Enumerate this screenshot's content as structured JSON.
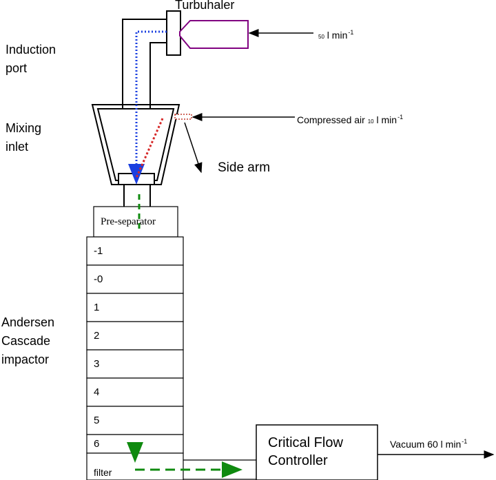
{
  "diagram": {
    "turbuhaler_label": "Turbuhaler",
    "induction_label": [
      "Induction",
      "port"
    ],
    "mixing_label": [
      "Mixing",
      "inlet"
    ],
    "andersen_label": [
      "Andersen",
      "Cascade",
      "impactor"
    ],
    "side_arm_label": "Side arm",
    "preseparator_label": "Pre-separator",
    "stages": [
      "-1",
      "-0",
      "1",
      "2",
      "3",
      "4",
      "5",
      "6",
      "filter"
    ],
    "flow_in": {
      "value": "50",
      "unit": "l min",
      "exp": "-1"
    },
    "compressed_air": {
      "text": "Compressed air",
      "value": "10",
      "unit": "l min",
      "exp": "-1"
    },
    "controller_label": [
      "Critical Flow",
      "Controller"
    ],
    "vacuum": {
      "text": "Vacuum 60 l min",
      "exp": "-1"
    }
  }
}
